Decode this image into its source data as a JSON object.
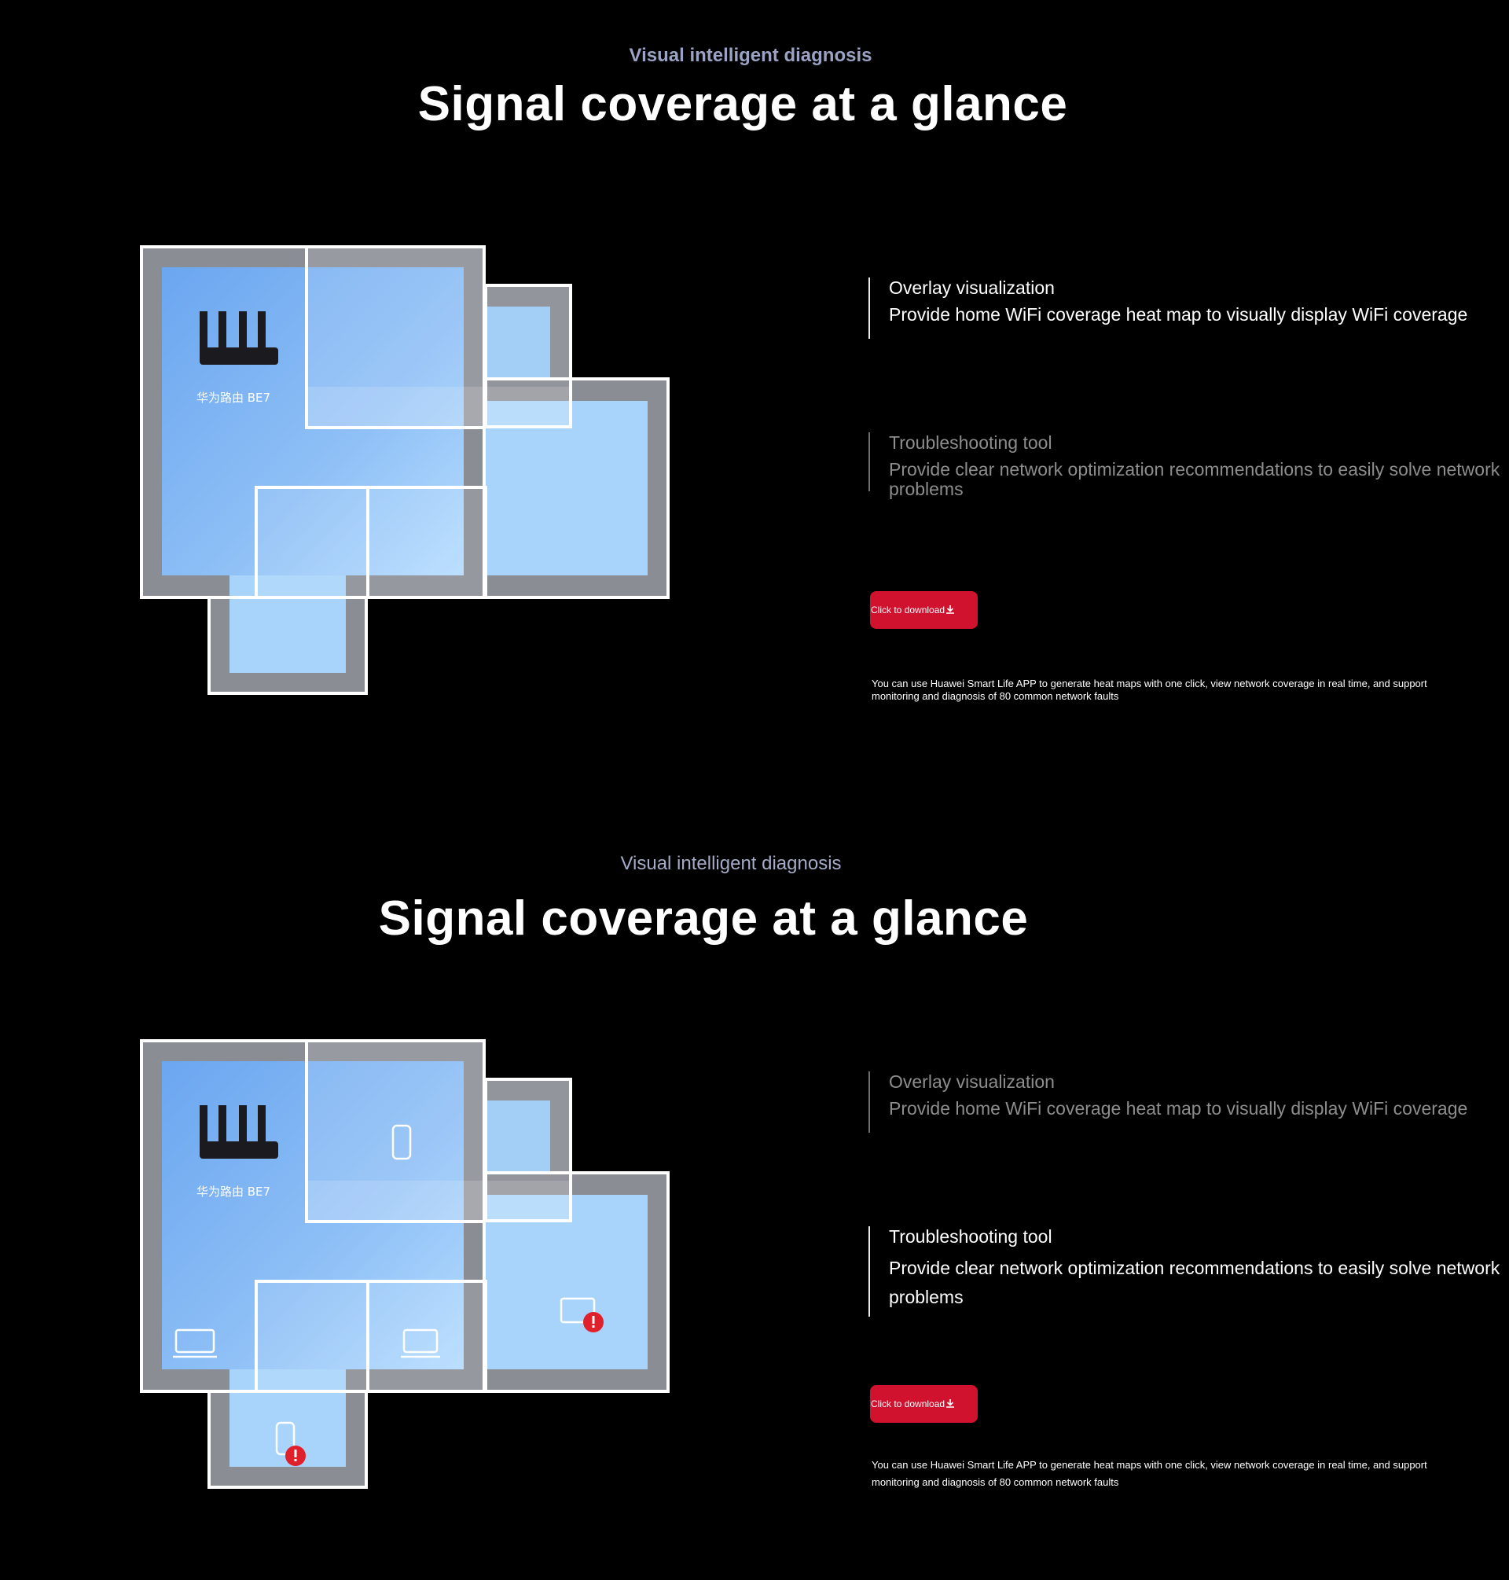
{
  "sections": [
    {
      "eyebrow": "Visual intelligent diagnosis",
      "title": "Signal coverage at a glance",
      "router_label": "华为路由 BE7",
      "features": [
        {
          "title": "Overlay visualization",
          "desc": "Provide home WiFi coverage heat map to visually display WiFi coverage",
          "state": "active"
        },
        {
          "title": "Troubleshooting tool",
          "desc": "Provide clear network optimization recommendations to easily solve network problems",
          "state": "inactive"
        }
      ],
      "download_label": "Click to download",
      "note": "You can use Huawei Smart Life APP to generate heat maps with one click, view network coverage in real time, and support monitoring and diagnosis of 80 common network faults"
    },
    {
      "eyebrow": "Visual intelligent diagnosis",
      "title": "Signal coverage at a glance",
      "router_label": "华为路由 BE7",
      "features": [
        {
          "title": "Overlay visualization",
          "desc": "Provide home WiFi coverage heat map to visually display WiFi coverage",
          "state": "inactive"
        },
        {
          "title": "Troubleshooting tool",
          "desc": "Provide clear network optimization recommendations to easily solve network problems",
          "state": "active"
        }
      ],
      "download_label": "Click to download",
      "note": "You can use Huawei Smart Life APP to generate heat maps with one click, view network coverage in real time, and support monitoring and diagnosis of 80 common network faults"
    }
  ],
  "colors": {
    "accent": "#d0122f",
    "eyebrow": "#9aa3c4",
    "floor_blue": "#8fc0f4",
    "wall_gray": "#8a8d94",
    "alert": "#e0202a"
  }
}
